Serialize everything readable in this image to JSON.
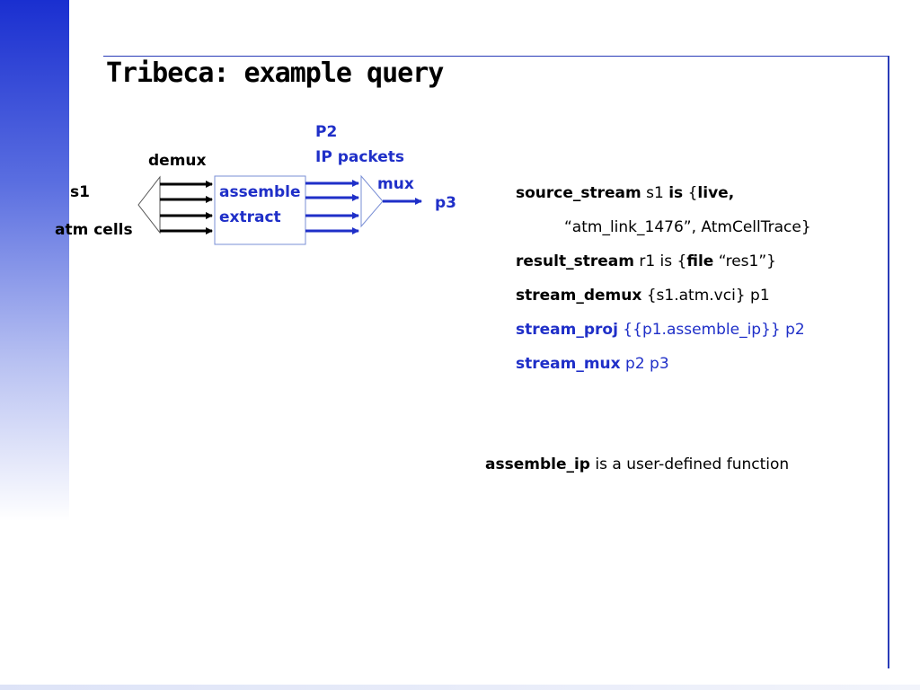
{
  "title": "Tribeca: example query",
  "diagram": {
    "input_stream": "s1",
    "input_caption": "atm cells",
    "demux_label": "demux",
    "box_line1": "assemble",
    "box_line2": "extract",
    "p2_label": "P2",
    "p2_caption": "IP packets",
    "mux_label": "mux",
    "output_stream": "p3"
  },
  "query": {
    "line1": {
      "kw1": "source_stream",
      "t1": " s1 ",
      "kw2": "is",
      "t2": " {",
      "kw3": "live,"
    },
    "line2": {
      "t1": "“atm_link_1476”,  AtmCellTrace}"
    },
    "line3": {
      "kw1": "result_stream",
      "t1": " r1 is {",
      "kw2": "file",
      "t2": "  “res1”}"
    },
    "line4": {
      "kw1": "stream_demux",
      "t1": " {s1.atm.vci} p1"
    },
    "line5": {
      "kw1": "stream_proj",
      "t1": " {{p1.assemble_ip}} p2"
    },
    "line6": {
      "kw1": "stream_mux",
      "t1": " p2 p3"
    }
  },
  "note": {
    "kw": "assemble_ip",
    "text": " is a user-defined function"
  },
  "colors": {
    "accent_blue": "#1f2fc8",
    "rule_blue": "#2a3cb8"
  }
}
